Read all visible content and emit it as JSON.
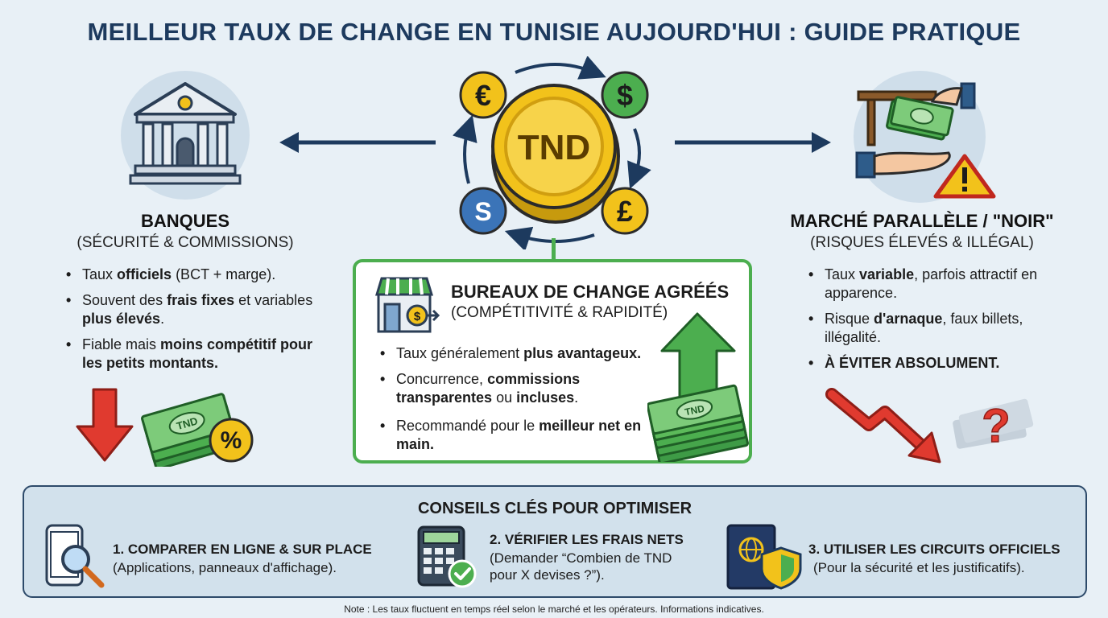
{
  "title": "MEILLEUR TAUX DE CHANGE EN TUNISIE AUJOURD'HUI : GUIDE PRATIQUE",
  "coin": {
    "center": "TND",
    "euro": "€",
    "dollar": "$",
    "pound": "£",
    "s": "S"
  },
  "banques": {
    "title": "BANQUES",
    "subtitle": "(SÉCURITÉ & COMMISSIONS)",
    "points": [
      [
        "Taux ",
        "officiels",
        " (BCT + marge)."
      ],
      [
        "Souvent des ",
        "frais fixes",
        " et variables ",
        "plus élevés",
        "."
      ],
      [
        "Fiable mais ",
        "moins compétitif pour les petits montants."
      ]
    ],
    "percent": "%",
    "bill_label": "TND"
  },
  "bureaux": {
    "title": "BUREAUX DE CHANGE AGRÉÉS",
    "subtitle": "(COMPÉTITIVITÉ & RAPIDITÉ)",
    "points": [
      [
        "Taux généralement ",
        "plus avantageux."
      ],
      [
        "Concurrence, ",
        "commissions transparentes",
        " ou ",
        "incluses",
        "."
      ],
      [
        "Recommandé pour le ",
        "meilleur net en main."
      ]
    ],
    "bill_label": "TND"
  },
  "marche": {
    "title": "MARCHÉ PARALLÈLE / \"NOIR\"",
    "subtitle": "(RISQUES ÉLEVÉS & ILLÉGAL)",
    "points": [
      [
        "Taux ",
        "variable",
        ", parfois attractif en apparence."
      ],
      [
        "Risque ",
        "d'arnaque",
        ", faux billets, illégalité."
      ],
      [
        "",
        "À ÉVITER ABSOLUMENT."
      ]
    ],
    "question": "?"
  },
  "conseils": {
    "title": "CONSEILS CLÉS POUR OPTIMISER",
    "tips": [
      {
        "title": "1. COMPARER EN LIGNE & SUR PLACE",
        "text": "(Applications, panneaux d'affichage)."
      },
      {
        "title": "2. VÉRIFIER LES FRAIS NETS",
        "text": "(Demander “Combien de TND pour X devises ?”)."
      },
      {
        "title": "3. UTILISER LES CIRCUITS OFFICIELS",
        "text": "(Pour la sécurité et les justificatifs)."
      }
    ]
  },
  "note": "Note : Les taux fluctuent en temps réel selon le marché et les opérateurs. Informations indicatives.",
  "colors": {
    "navy": "#1d3a5e",
    "green": "#4cae4f",
    "red": "#e03a2f",
    "gold": "#f2c21b"
  }
}
